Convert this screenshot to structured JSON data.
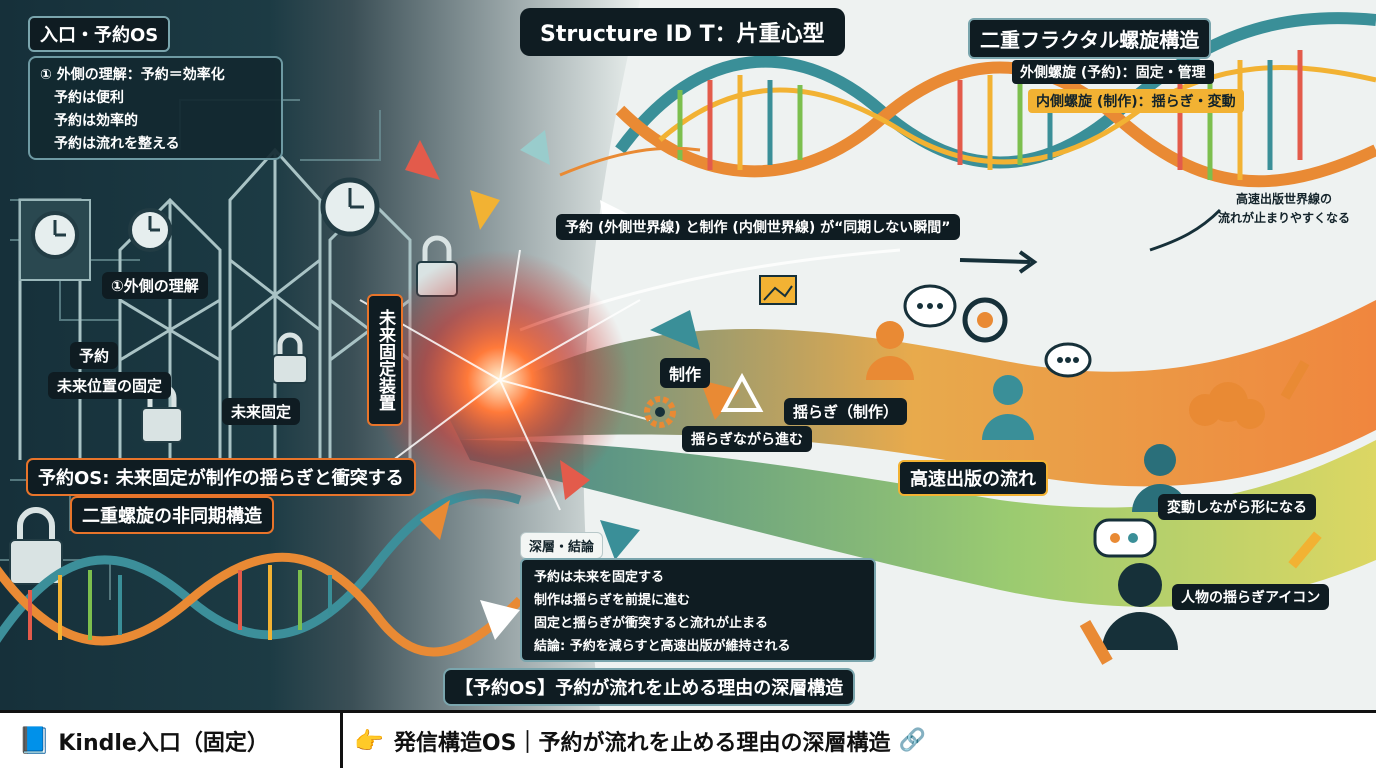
{
  "colors": {
    "dark_teal": "#163039",
    "accent_orange": "#e8742a",
    "accent_yellow": "#f2b233",
    "accent_green": "#7cbf4e",
    "teal": "#3a8f98"
  },
  "header": {
    "title": "Structure ID T：片重心型"
  },
  "left_panel": {
    "title": "入口・予約OS",
    "lines": [
      "① 外側の理解：予約＝効率化",
      "予約は便利",
      "予約は効率的",
      "予約は流れを整える"
    ]
  },
  "helix_title": "二重フラクタル螺旋構造",
  "helix_outer": "外側螺旋 (予約)：固定・管理",
  "helix_inner": "内側螺旋 (制作)：揺らぎ・変動",
  "note_right": [
    "高速出版世界線の",
    "流れが止まりやすくなる"
  ],
  "sync_label": "予約 (外側世界線) と制作 (内側世界線) が“同期しない瞬間”",
  "labels": {
    "outer_understanding": "①外側の理解",
    "yoyaku": "予約",
    "future_position": "未来位置の固定",
    "future_fixed": "未来固定",
    "future_device": "未来固定装置",
    "seisaku": "制作",
    "yuragi": "揺らぎ（制作）",
    "yuragi_progress": "揺らぎながら進む",
    "high_speed": "高速出版の流れ",
    "change_form": "変動しながら形になる",
    "person_icon": "人物の揺らぎアイコン"
  },
  "conflict_main": "予約OS: 未来固定が制作の揺らぎと衝突する",
  "conflict_sub": "二重螺旋の非同期構造",
  "deep": {
    "title": "深層・結論",
    "lines": [
      "予約は未来を固定する",
      "制作は揺らぎを前提に進む",
      "固定と揺らぎが衝突すると流れが止まる",
      "結論: 予約を減らすと高速出版が維持される"
    ]
  },
  "bottom_banner": "【予約OS】予約が流れを止める理由の深層構造",
  "footer": {
    "book_icon": "📘",
    "left": "Kindle入口（固定）",
    "hand_icon": "👉",
    "right": "発信構造OS｜予約が流れを止める理由の深層構造",
    "link_icon": "🔗"
  }
}
